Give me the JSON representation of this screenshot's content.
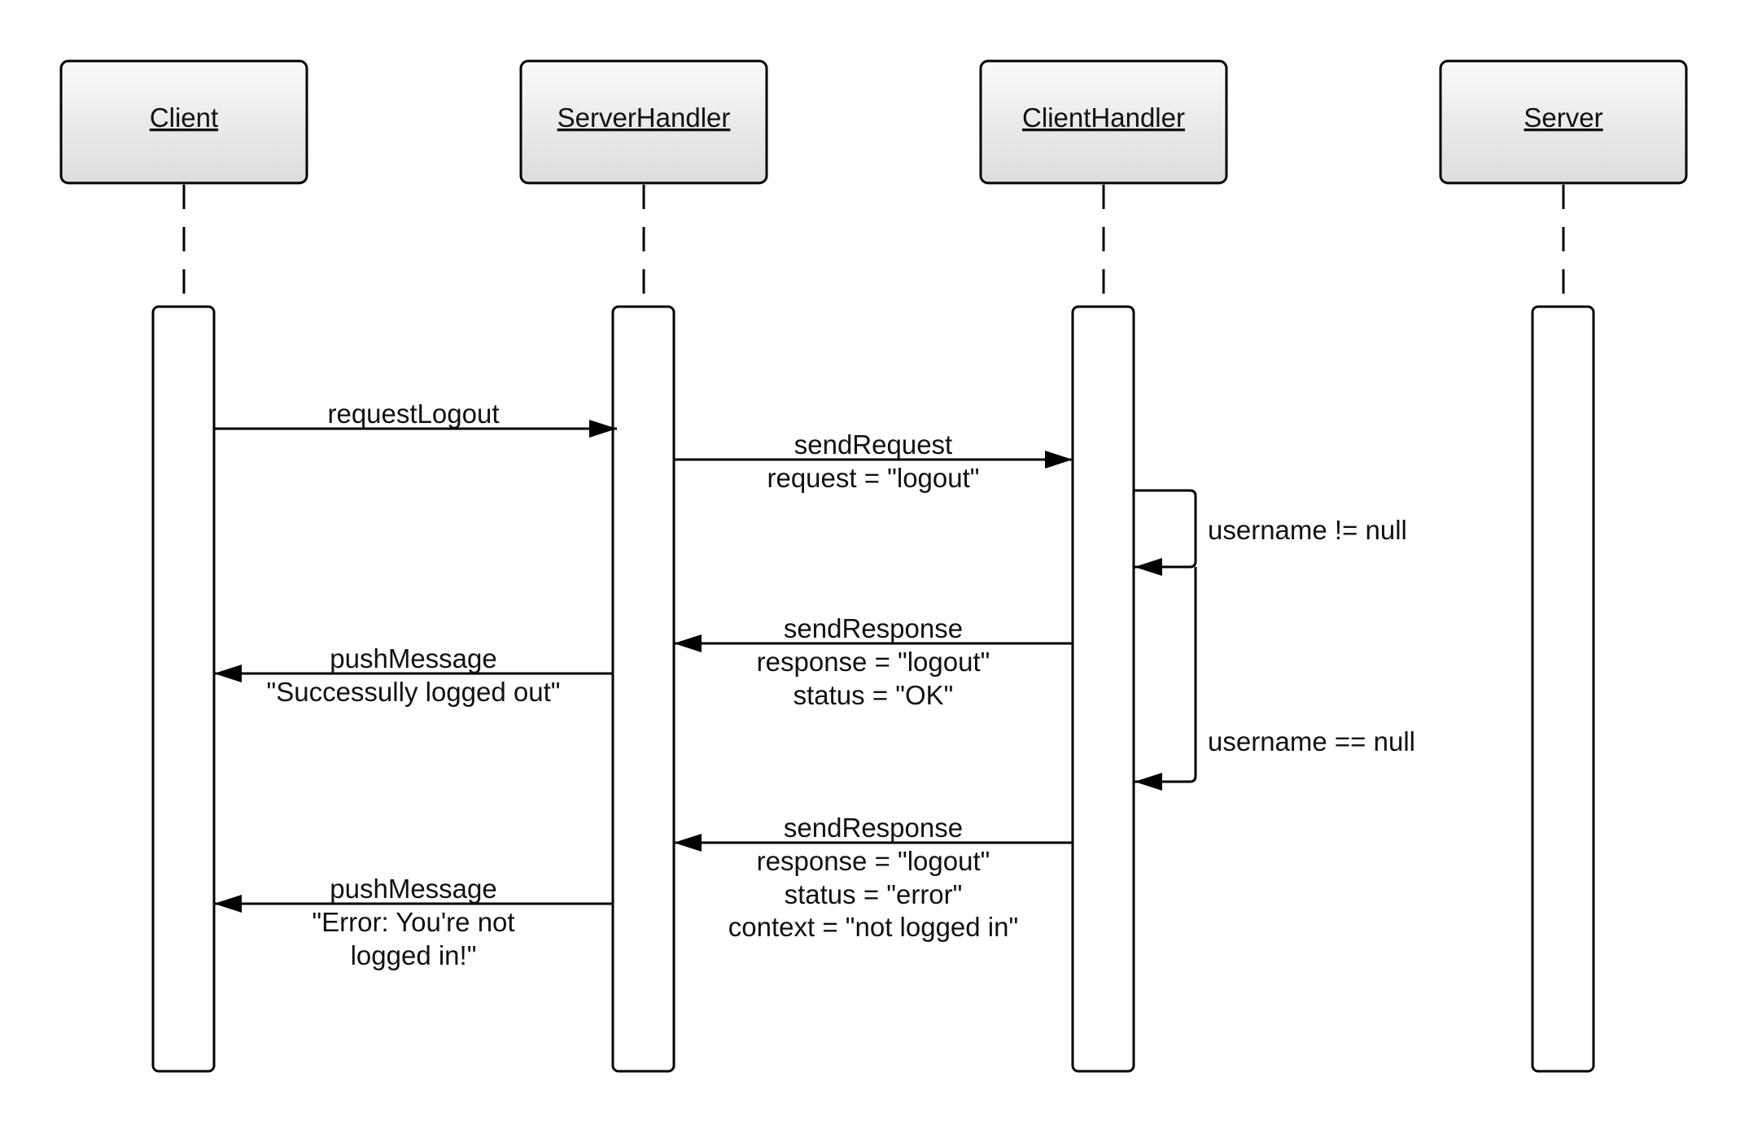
{
  "diagram": {
    "actors": [
      {
        "id": "client",
        "label": "Client"
      },
      {
        "id": "server-handler",
        "label": "ServerHandler"
      },
      {
        "id": "client-handler",
        "label": "ClientHandler"
      },
      {
        "id": "server",
        "label": "Server"
      }
    ],
    "messages": [
      {
        "id": "request-logout",
        "from": "client",
        "to": "server-handler",
        "lines": [
          "requestLogout"
        ]
      },
      {
        "id": "send-request",
        "from": "server-handler",
        "to": "client-handler",
        "lines": [
          "sendRequest",
          "request = \"logout\""
        ]
      },
      {
        "id": "self-username-not-null",
        "self": "client-handler",
        "lines": [
          "username != null"
        ]
      },
      {
        "id": "send-response-ok",
        "from": "client-handler",
        "to": "server-handler",
        "lines": [
          "sendResponse",
          "response = \"logout\"",
          "status = \"OK\""
        ]
      },
      {
        "id": "push-message-success",
        "from": "server-handler",
        "to": "client",
        "lines": [
          "pushMessage",
          "\"Successully logged out\""
        ]
      },
      {
        "id": "self-username-null",
        "self": "client-handler",
        "lines": [
          "username == null"
        ]
      },
      {
        "id": "send-response-error",
        "from": "client-handler",
        "to": "server-handler",
        "lines": [
          "sendResponse",
          "response = \"logout\"",
          "status = \"error\"",
          "context = \"not logged in\""
        ]
      },
      {
        "id": "push-message-error",
        "from": "server-handler",
        "to": "client",
        "lines": [
          "pushMessage",
          "\"Error: You're not",
          "logged in!\""
        ]
      }
    ]
  }
}
